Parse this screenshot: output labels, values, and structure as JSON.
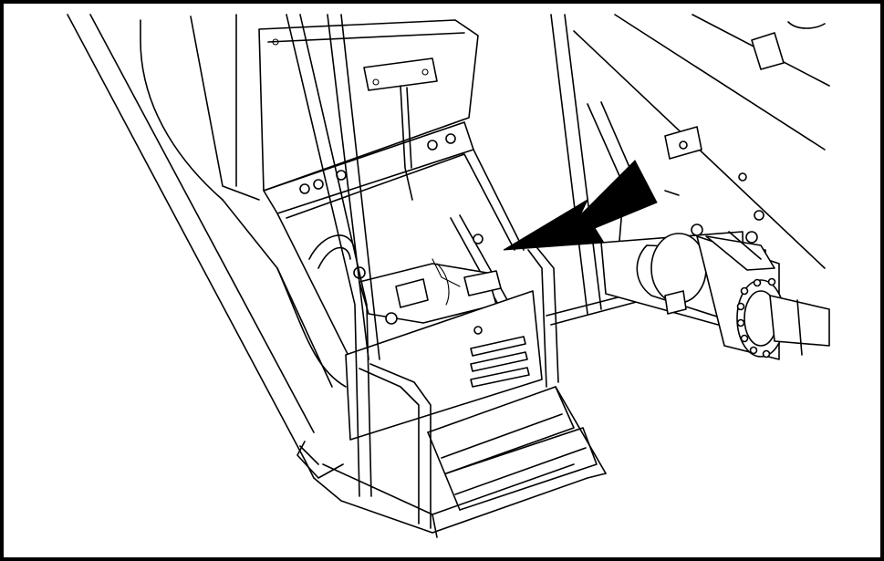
{
  "figure": {
    "background_color": "#ffffff",
    "line_color": "#000000",
    "parts": {
      "cab_body": "cab-body",
      "step_ladder": "step-ladder",
      "battery_compartment": "battery-compartment",
      "hydraulic_cylinder": "hydraulic-cylinder",
      "indicator_arrow": "indicator-arrow-icon"
    }
  }
}
